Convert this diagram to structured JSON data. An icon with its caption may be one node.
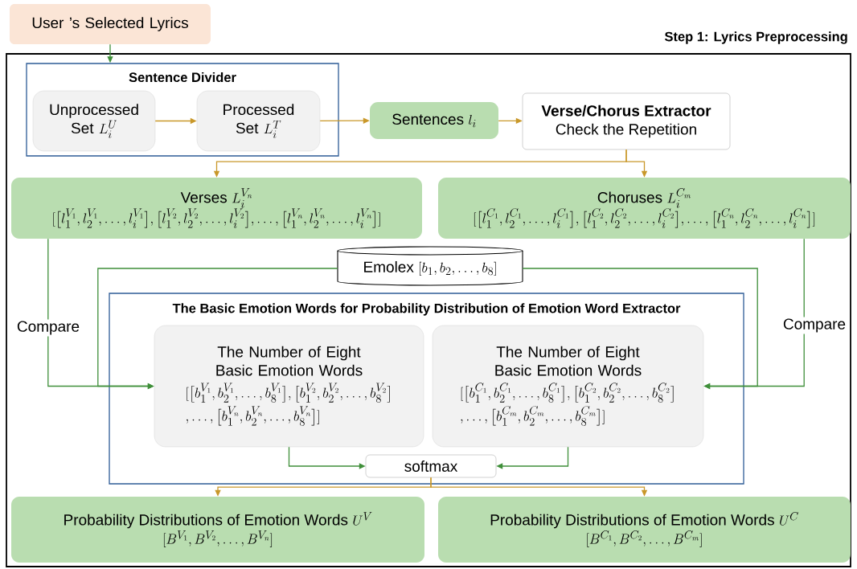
{
  "diagram": {
    "nodes": [
      {
        "text": [
          "User ’s Selected Lyrics"
        ]
      },
      {
        "text": [
          "Step 1: Lyrics Preprocessing"
        ]
      },
      {
        "text": [
          "Sentence Divider"
        ],
        "in": 1
      },
      {
        "text": [
          "Unprocessed Set",
          "L_i^{U}"
        ],
        "in": 2
      },
      {
        "text": [
          "Processed Set",
          "L_i^{T}"
        ],
        "in": 2
      },
      {
        "text": [
          "Sentences",
          "l_i"
        ],
        "in": 1
      },
      {
        "text": [
          "Verse/Chorus Extractor",
          "Check the Repetition"
        ],
        "in": 1
      },
      {
        "text": [
          "Verses",
          "L_i^{V_n}",
          "[\\big[l_1^{V_1}, l_2^{V_1}, \\ldots, l_i^{V_1}\\big], \\big[l_1^{V_2}, l_2^{V_2}, \\ldots, l_i^{V_2}\\big], \\ldots, \\big[l_1^{V_n}, l_2^{V_n}, \\ldots, l_i^{V_n}\\big]]"
        ],
        "in": 1
      },
      {
        "text": [
          "Choruses",
          "L_i^{C_m}",
          "[\\big[l_1^{C_1}, l_2^{C_1}, \\ldots, l_i^{C_1}\\big], \\big[l_1^{C_2}, l_2^{C_2}, \\ldots, l_i^{C_2}\\big], \\ldots, \\big[l_1^{C_n}, l_2^{C_n}, \\ldots, l_i^{C_n}\\big]]"
        ],
        "in": 1
      },
      {
        "text": [
          "Emolex",
          "[b_1, b_2, \\ldots, b_8]"
        ],
        "in": 1
      },
      {
        "text": [
          "The Basic Emotion Words for Probability Distribution of Emotion Word Extractor"
        ],
        "in": 1
      },
      {
        "text": [
          "The Number of Eight Basic Emotion Words",
          "\\begin{aligned}&[\\big[b_1^{V_1}, b_2^{V_1}, \\ldots, b_8^{V_1}\\big], \\big[b_1^{V_2}, b_2^{V_2}, \\ldots, b_8^{V_2}\\big]\\\\ &, \\ldots, \\big[b_1^{V_n}, b_2^{V_n}, \\ldots, b_8^{V_n}\\big]]\\end{aligned}"
        ],
        "in": 10
      },
      {
        "text": [
          "The Number of Eight Basic Emotion Words",
          "\\begin{aligned}&[\\big[b_1^{C_1}, b_2^{C_1}, \\ldots, b_8^{C_1}\\big], \\big[b_1^{C_2}, b_2^{C_2}, \\ldots, b_8^{C_2}\\big]\\\\ &, \\ldots, \\big[b_1^{C_m}, b_2^{C_m}, \\ldots, b_8^{C_m}\\big]]\\end{aligned}"
        ],
        "in": 10
      },
      {
        "text": [
          "softmax"
        ],
        "in": 10
      },
      {
        "text": [
          "Probability Distributions of Emotion Words",
          "U^{V}",
          "[B^{V_1}, B^{V_2}, \\ldots, B^{V_n}]"
        ],
        "in": 1
      },
      {
        "text": [
          "Probability Distributions of Emotion Words",
          "U^{C}",
          "[B^{C_1}, B^{C_2}, \\ldots, B^{C_m}]"
        ],
        "in": 1
      }
    ],
    "edges": [
      {
        "from": 0,
        "to": 2,
        "arrow": "to",
        "color": "#3f8f3a"
      },
      {
        "from": 3,
        "to": 4,
        "arrow": "to",
        "color": "#c9982a"
      },
      {
        "from": 4,
        "to": 5,
        "arrow": "to",
        "color": "#c9982a"
      },
      {
        "from": 5,
        "to": 6,
        "arrow": "to",
        "color": "#c9982a"
      },
      {
        "from": 6,
        "to": 7,
        "arrow": "to",
        "color": "#c9982a"
      },
      {
        "from": 6,
        "to": 8,
        "arrow": "to",
        "color": "#c9982a"
      },
      {
        "from": 7,
        "to": 11,
        "arrow": "to",
        "label": "Compare",
        "color": "#3f8f3a"
      },
      {
        "from": 9,
        "to": 11,
        "arrow": "to",
        "color": "#3f8f3a"
      },
      {
        "from": 8,
        "to": 12,
        "arrow": "to",
        "label": "Compare",
        "color": "#3f8f3a"
      },
      {
        "from": 9,
        "to": 12,
        "arrow": "to",
        "color": "#3f8f3a"
      },
      {
        "from": 11,
        "to": 13,
        "arrow": "to",
        "color": "#3f8f3a"
      },
      {
        "from": 12,
        "to": 13,
        "arrow": "to",
        "color": "#3f8f3a"
      },
      {
        "from": 13,
        "to": 14,
        "arrow": "to",
        "color": "#c9982a"
      },
      {
        "from": 13,
        "to": 15,
        "arrow": "to",
        "color": "#c9982a"
      }
    ]
  }
}
